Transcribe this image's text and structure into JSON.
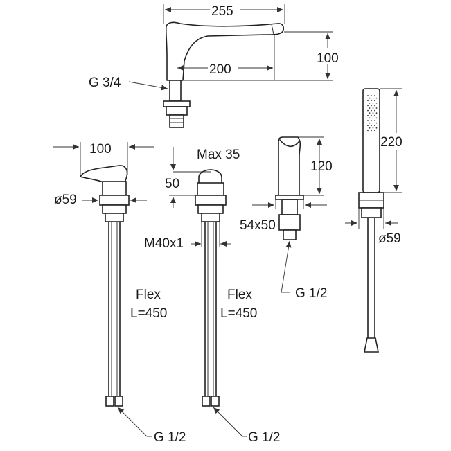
{
  "spout": {
    "width_dim": "255",
    "reach_dim": "200",
    "height_dim": "100",
    "connection": "G 3/4"
  },
  "mixer": {
    "width_dim": "100",
    "rosette_dim": "ø59",
    "flex_label": "Flex",
    "flex_length": "L=450",
    "connection": "G 1/2"
  },
  "diverter": {
    "max_dim": "Max 35",
    "height_dim": "50",
    "thread_dim": "M40x1",
    "flex_label": "Flex",
    "flex_length": "L=450",
    "connection": "G 1/2"
  },
  "holder": {
    "height_dim": "120",
    "base_dim": "54x50",
    "connection": "G 1/2"
  },
  "hand_shower": {
    "height_dim": "220",
    "rosette_dim": "ø59"
  }
}
